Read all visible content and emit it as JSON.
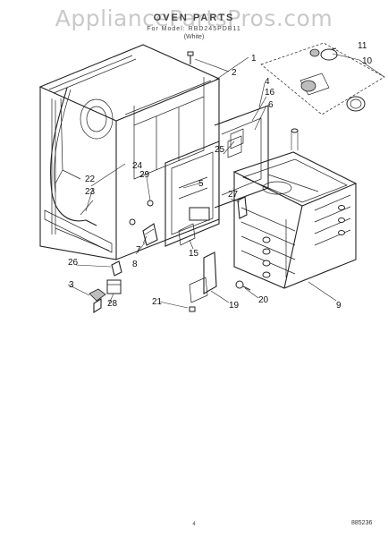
{
  "watermark": "AppliancePartsPros.com",
  "header": {
    "title": "OVEN PARTS",
    "part_line": "For Model: RBD245PDB11",
    "subline": "(White)"
  },
  "callouts": [
    "1",
    "2",
    "3",
    "4",
    "5",
    "6",
    "7",
    "8",
    "9",
    "10",
    "11",
    "15",
    "16",
    "19",
    "20",
    "21",
    "22",
    "23",
    "24",
    "25",
    "26",
    "27",
    "28",
    "29"
  ],
  "page_number": "4",
  "figure_code": "885236"
}
